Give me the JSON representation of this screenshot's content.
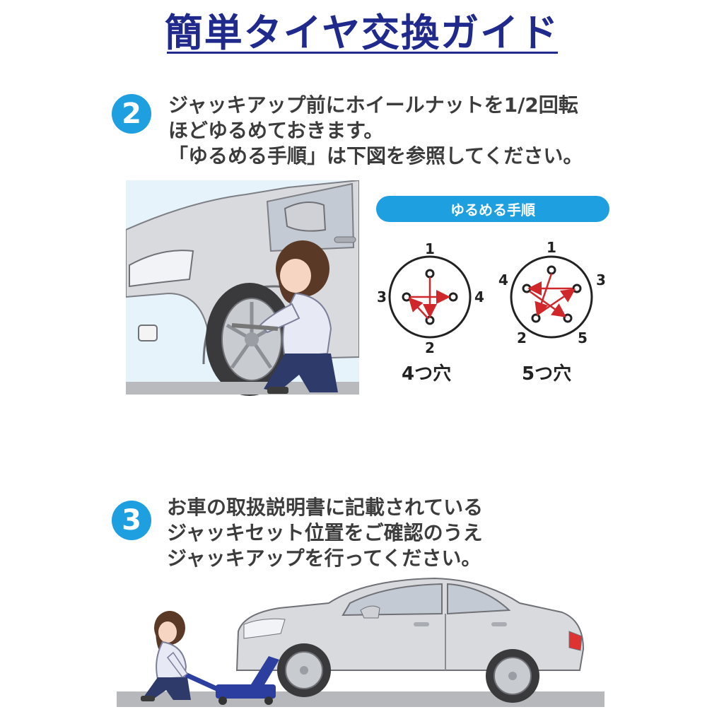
{
  "title": "簡単タイヤ交換ガイド",
  "steps": [
    {
      "number": "2",
      "lines": [
        "ジャッキアップ前にホイールナットを1/2回転",
        "ほどゆるめておきます。",
        "「ゆるめる手順」は下図を参照してください。"
      ]
    },
    {
      "number": "3",
      "lines": [
        "お車の取扱説明書に記載されている",
        "ジャッキセット位置をご確認のうえ",
        "ジャッキアップを行ってください。"
      ]
    }
  ],
  "loosening": {
    "label": "ゆるめる手順",
    "four": {
      "caption": "4つ穴",
      "n1": "1",
      "n2": "2",
      "n3": "3",
      "n4": "4"
    },
    "five": {
      "caption": "5つ穴",
      "n1": "1",
      "n2": "2",
      "n3": "3",
      "n4": "4",
      "n5": "5"
    }
  },
  "colors": {
    "title": "#1f2a8c",
    "badge": "#1e9fe0",
    "arrow": "#d0272b",
    "car": "#d9dade",
    "sky": "#e6f3fb"
  },
  "icons": [
    "car-illustration",
    "woman-illustration",
    "floor-jack-illustration"
  ]
}
